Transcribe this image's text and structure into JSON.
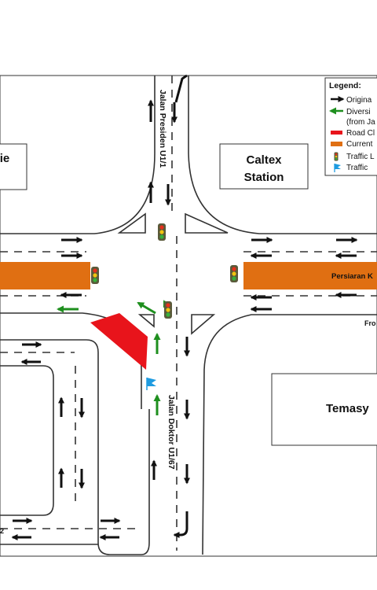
{
  "map": {
    "roads": {
      "north": "Jalan Presiden U1/1",
      "south": "Jalan Doktor U1/67",
      "east": "Persiaran K",
      "east_partial": "Fro",
      "sw_partial": "2"
    },
    "buildings": {
      "caltex": [
        "Caltex",
        "Station"
      ],
      "temasya": "Temasy",
      "west_partial": "ie"
    },
    "legend": {
      "title": "Legend:",
      "items": [
        {
          "label": "Origina",
          "symbol": "black-arrow-icon"
        },
        {
          "label": "Diversi",
          "symbol": "green-arrow-icon"
        },
        {
          "label": "(from Ja",
          "symbol": "none"
        },
        {
          "label": "Road Cl",
          "symbol": "red-bar-icon"
        },
        {
          "label": "Current",
          "symbol": "orange-bar-icon"
        },
        {
          "label": "Traffic L",
          "symbol": "traffic-light-icon"
        },
        {
          "label": "Traffic",
          "symbol": "blue-flag-icon"
        }
      ]
    },
    "colors": {
      "road_closure": "#e8141b",
      "current_works": "#e06f12",
      "diversion": "#1e8f1e",
      "flag": "#1e9be0",
      "original_flow": "#111111"
    }
  }
}
